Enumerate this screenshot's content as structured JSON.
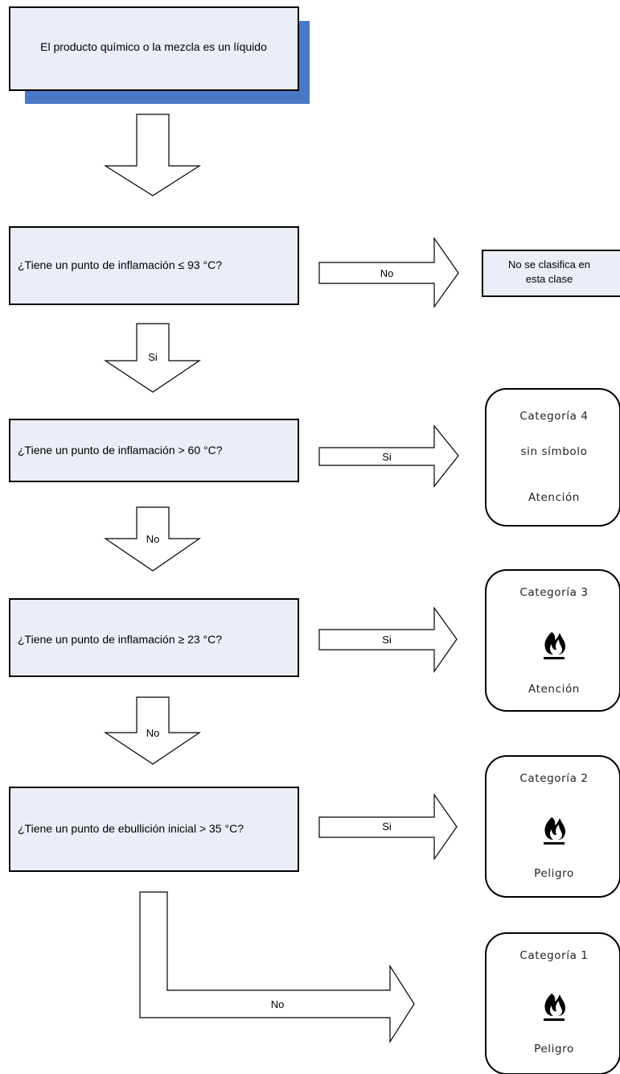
{
  "start": {
    "text": "El producto químico o la mezcla es un líquido"
  },
  "questions": [
    {
      "text": "¿Tiene un punto de inflamación ≤ 93 °C?"
    },
    {
      "text": "¿Tiene un punto de inflamación > 60 °C?"
    },
    {
      "text": "¿Tiene un punto de inflamación ≥ 23 °C?"
    },
    {
      "text": "¿Tiene un punto de ebullición inicial > 35 °C?"
    }
  ],
  "arrow_labels": {
    "q1_right": "No",
    "q1_down": "Si",
    "q2_right": "Si",
    "q2_down": "No",
    "q3_right": "Si",
    "q3_down": "No",
    "q4_right": "Si",
    "final": "No"
  },
  "not_classified": {
    "line1": "No se clasifica en",
    "line2": "esta clase"
  },
  "categories": [
    {
      "title": "Categoría 4",
      "symbol_text": "sin símbolo",
      "signal": "Atención",
      "icon": "none"
    },
    {
      "title": "Categoría 3",
      "signal": "Atención",
      "icon": "flame-icon"
    },
    {
      "title": "Categoría 2",
      "signal": "Peligro",
      "icon": "flame-icon"
    },
    {
      "title": "Categoría 1",
      "signal": "Peligro",
      "icon": "flame-icon"
    }
  ],
  "colors": {
    "box_fill": "#ebeef7",
    "shadow": "#4a78c6"
  }
}
